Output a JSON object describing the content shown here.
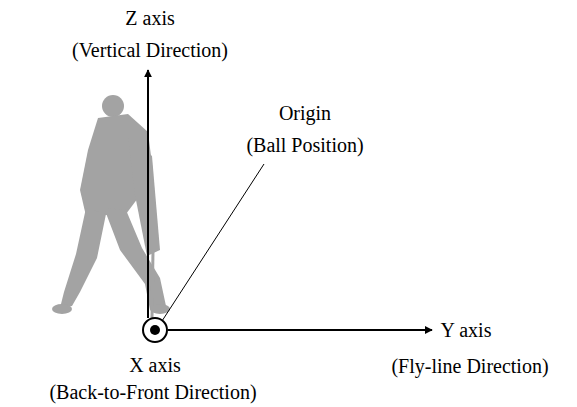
{
  "diagram": {
    "labels": [
      "Z axis",
      "(Vertical Direction)",
      "Origin",
      "(Ball Position)",
      "X axis",
      "(Back-to-Front Direction)",
      "Y axis",
      "(Fly-line Direction)"
    ]
  }
}
